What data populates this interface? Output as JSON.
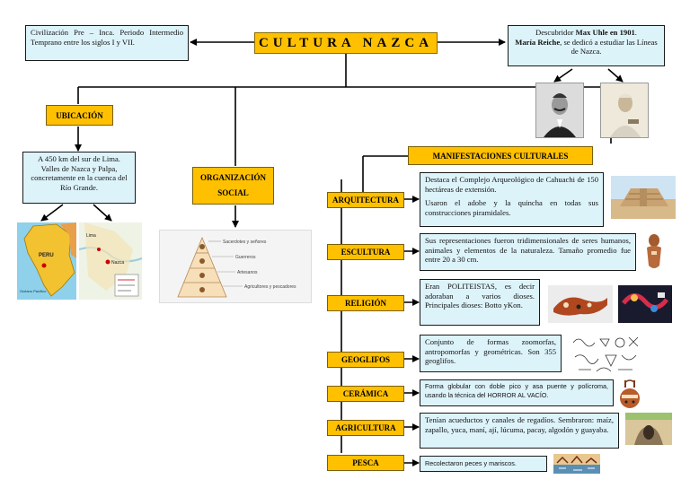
{
  "title": "CULTURA NAZCA",
  "left_info": "Civilización Pre – Inca. Periodo Intermedio Temprano entre los siglos I y VII.",
  "right_info": {
    "line1_prefix": "Descubridor ",
    "line1_bold": "Max Uhle en 1901",
    "line1_suffix": ".",
    "line2_bold": "María Reiche",
    "line2_rest": ", se dedicó a estudiar las Líneas de Nazca."
  },
  "ubicacion": {
    "label": "UBICACIÓN",
    "text": "A 450 km del sur de Lima. Valles de Nazca y Palpa, concretamente en la cuenca del Río Grande.",
    "map_labels": [
      "PERU",
      "Lima",
      "Nazca",
      "Océano Pacífico"
    ]
  },
  "organizacion": {
    "label_line1": "ORGANIZACIÓN",
    "label_line2": "SOCIAL",
    "levels": [
      "Sacerdotes y señores",
      "Guerreros",
      "Artesanos",
      "Agricultores y pescadores"
    ]
  },
  "manifestaciones": {
    "label": "MANIFESTACIONES CULTURALES",
    "items": [
      {
        "label": "ARQUITECTURA",
        "text1": "Destaca el Complejo Arqueológico de Cahuachi de 150 hectáreas de extensión.",
        "text2": "Usaron el adobe y la quincha en todas sus construcciones piramidales."
      },
      {
        "label": "ESCULTURA",
        "text": "Sus representaciones fueron tridimensionales de seres humanos, animales y elementos de la naturaleza. Tamaño promedio fue entre 20 a 30 cm."
      },
      {
        "label": "RELIGIÓN",
        "text": "Eran POLITEISTAS, es decir adoraban a varios dioses. Principales dioses: Botto yKon."
      },
      {
        "label": "GEOGLIFOS",
        "text": "Conjunto de formas zoomorfas, antropomorfas y geométricas. Son 355 geoglifos."
      },
      {
        "label": "CERÁMICA",
        "text": "Forma globular con doble pico y asa puente y polícroma, usando la técnica del HORROR AL VACÍO."
      },
      {
        "label": "AGRICULTURA",
        "text": "Tenían acueductos y canales de regadíos. Sembraron: maíz, zapallo, yuca, maní, ají, lúcuma, pacay, algodón y guayaba."
      },
      {
        "label": "PESCA",
        "text": "Recolectaron peces y mariscos."
      }
    ]
  },
  "colors": {
    "accent": "#FFC000",
    "box": "#DDF3FA",
    "border": "#1a1a1a"
  }
}
